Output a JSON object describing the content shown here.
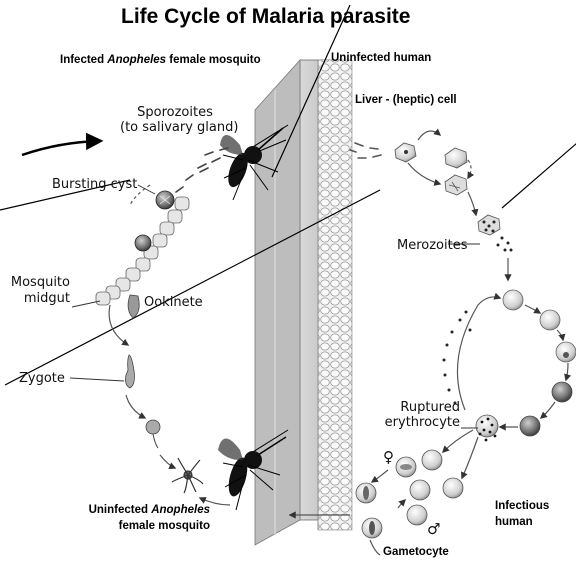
{
  "title": "Life Cycle of Malaria parasite",
  "headers": {
    "infected_mosquito_prefix": "Infected ",
    "infected_mosquito_genus": "Anopheles",
    "infected_mosquito_suffix": " female mosquito",
    "uninfected_human": "Uninfected human",
    "uninfected_mosquito_prefix": "Uninfected ",
    "uninfected_mosquito_genus": "Anopheles",
    "uninfected_mosquito_line2": "female mosquito",
    "infectious_human_line1": "Infectious",
    "infectious_human_line2": "human"
  },
  "labels": {
    "sporozoites_line1": "Sporozoites",
    "sporozoites_line2": "(to salivary gland)",
    "bursting_cyst": "Bursting cyst",
    "mosquito_line1": "Mosquito",
    "midgut": "midgut",
    "ookinete": "Ookinete",
    "zygote": "Zygote",
    "liver_cell": "Liver - (heptic) cell",
    "merozoites": "Merozoites",
    "ruptured_line1": "Ruptured",
    "ruptured_line2": "erythrocyte",
    "gametocyte": "Gametocyte",
    "female_symbol": "♀",
    "male_symbol": "♂"
  }
}
